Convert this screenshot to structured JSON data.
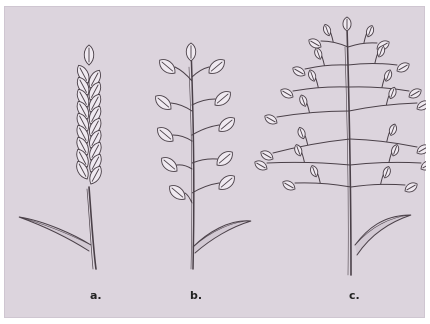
{
  "labels": {
    "a": "a.",
    "b": "b.",
    "c": "c."
  },
  "colors": {
    "background": "#dcd4dd",
    "stroke": "#4a4048",
    "spikelet_fill": "#efe9f0"
  },
  "panels": [
    {
      "id": "a",
      "depicts": "spike-inflorescence"
    },
    {
      "id": "b",
      "depicts": "raceme-inflorescence"
    },
    {
      "id": "c",
      "depicts": "panicle-inflorescence"
    }
  ]
}
